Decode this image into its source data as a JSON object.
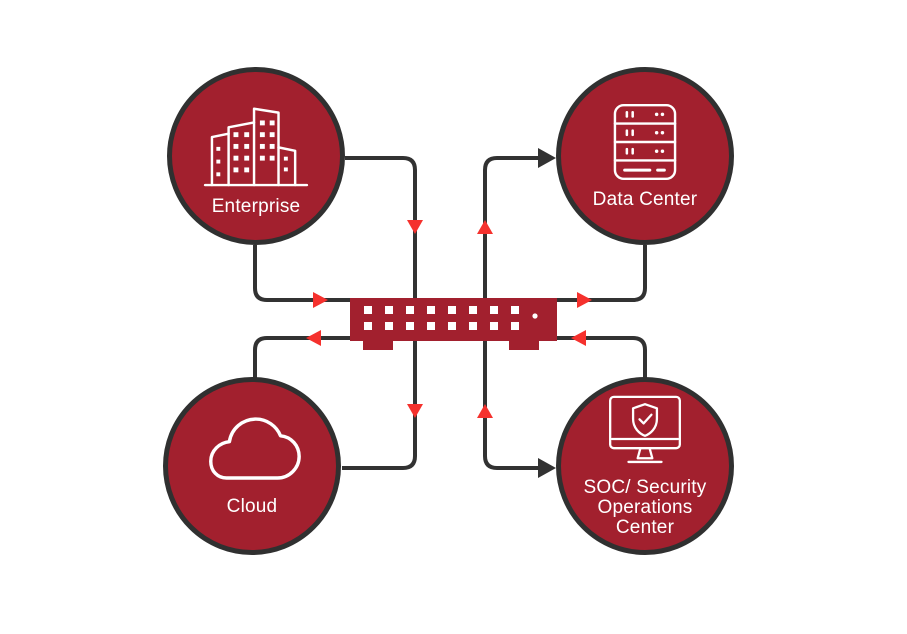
{
  "diagram": {
    "title": "Network security topology diagram",
    "background": "#ffffff",
    "colors": {
      "node_fill": "#A2202E",
      "node_border": "#303030",
      "line": "#323232",
      "flow_arrow_red": "#F5312D",
      "arrowhead_black": "#323232",
      "icon_stroke": "#ffffff",
      "label_text": "#ffffff",
      "switch_fill": "#A2202E",
      "switch_port": "#ffffff"
    },
    "nodes": [
      {
        "id": "enterprise",
        "label": "Enterprise",
        "icon": "building-icon",
        "position": "top-left"
      },
      {
        "id": "data-center",
        "label": "Data Center",
        "icon": "server-rack-icon",
        "position": "top-right"
      },
      {
        "id": "cloud",
        "label": "Cloud",
        "icon": "cloud-icon",
        "position": "bottom-left"
      },
      {
        "id": "soc",
        "label": "SOC/ Security Operations Center",
        "icon": "monitor-shield-check-icon",
        "position": "bottom-right"
      }
    ],
    "hub": {
      "id": "switch",
      "type": "network-switch",
      "ports": 16,
      "port_rows": 2,
      "port_columns": 8,
      "indicator": "led-dot"
    },
    "connections": [
      {
        "id": "enterprise-to-hub-top",
        "from": "enterprise",
        "to": "hub",
        "marker": "red-arrow-down"
      },
      {
        "id": "hub-to-datacenter-top",
        "from": "hub",
        "to": "data-center",
        "marker": "red-arrow-up, black-arrowhead"
      },
      {
        "id": "hub-to-cloud-bottom",
        "from": "hub",
        "to": "cloud",
        "marker": "red-arrow-down"
      },
      {
        "id": "hub-to-soc-bottom",
        "from": "hub",
        "to": "soc",
        "marker": "red-arrow-up, black-arrowhead"
      },
      {
        "id": "enterprise-to-hub-left",
        "from": "enterprise",
        "to": "hub",
        "marker": "red-arrow-right"
      },
      {
        "id": "hub-to-cloud-left",
        "from": "hub",
        "to": "cloud",
        "marker": "red-arrow-left"
      },
      {
        "id": "hub-to-datacenter-right",
        "from": "hub",
        "to": "data-center",
        "marker": "red-arrow-right"
      },
      {
        "id": "soc-to-hub-right",
        "from": "soc",
        "to": "hub",
        "marker": "red-arrow-left"
      }
    ]
  }
}
